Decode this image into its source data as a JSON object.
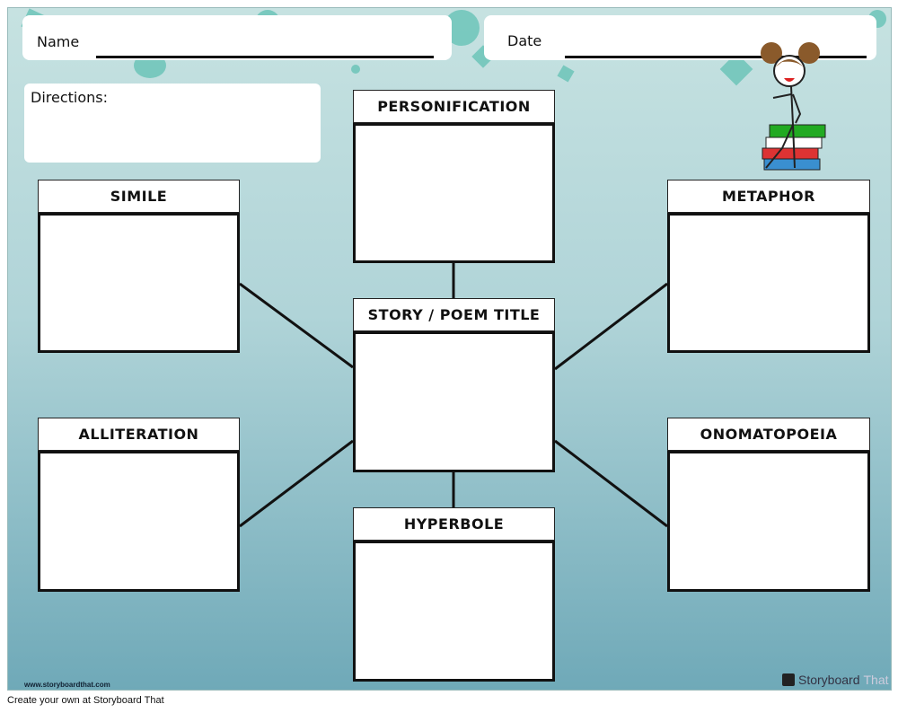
{
  "header": {
    "name_label": "Name",
    "date_label": "Date"
  },
  "directions": {
    "label": "Directions:"
  },
  "boxes": {
    "personification": "PERSONIFICATION",
    "simile": "SIMILE",
    "metaphor": "METAPHOR",
    "title": "STORY / POEM TITLE",
    "alliteration": "ALLITERATION",
    "onomatopoeia": "ONOMATOPOEIA",
    "hyperbole": "HYPERBOLE"
  },
  "watermark": {
    "url": "www.storyboardthat.com",
    "logo_main": "Storyboard",
    "logo_suffix": "That"
  },
  "footer": {
    "text": "Create your own at Storyboard That"
  },
  "colors": {
    "accent": "#6cc4b8",
    "bg_top": "#c6e2e1",
    "bg_bottom": "#6fa9b8"
  }
}
